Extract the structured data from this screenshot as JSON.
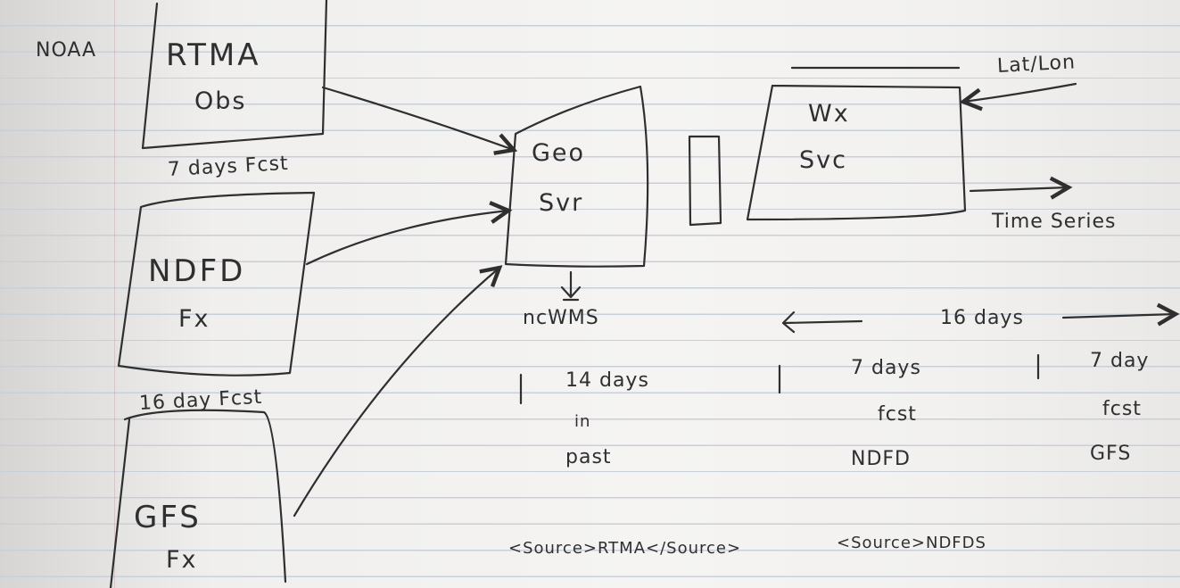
{
  "labels": {
    "noaa": "NOAA",
    "rtma_l1": "RTMA",
    "rtma_l2": "Obs",
    "ndfd_caption": "7 days Fcst",
    "ndfd_l1": "NDFD",
    "ndfd_l2": "Fx",
    "gfs_caption": "16 day Fcst",
    "gfs_l1": "GFS",
    "gfs_l2": "Fx",
    "geo_l1": "Geo",
    "geo_l2": "Svr",
    "geo_out": "ncWMS",
    "wx_l1": "Wx",
    "wx_l2": "Svc",
    "latlon": "Lat/Lon",
    "timeseries": "Time Series",
    "timeline_total": "16 days",
    "past_l1": "14 days",
    "past_l2": "in",
    "past_l3": "past",
    "ndfd_seg_l1": "7 days",
    "ndfd_seg_l2": "fcst",
    "ndfd_seg_l3": "NDFD",
    "gfs_seg_l1": "7 day",
    "gfs_seg_l2": "fcst",
    "gfs_seg_l3": "GFS",
    "source_rtma": "<Source>RTMA</Source>",
    "source_ndfd": "<Source>NDFDS"
  },
  "colors": {
    "ink": "#2f2f2f",
    "ruling": "#c8cfda"
  }
}
